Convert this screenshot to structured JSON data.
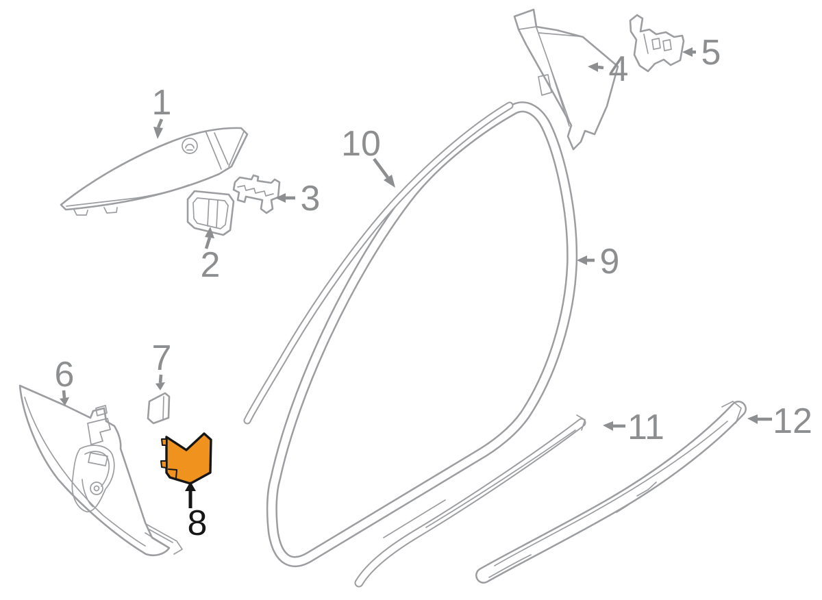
{
  "diagram": {
    "background": "#ffffff",
    "line_color": "#9b9da0",
    "label_color": "#8c8e90",
    "highlight": {
      "part_label": "8",
      "fill": "#f0921e",
      "outline": "#161616"
    },
    "callouts": [
      {
        "label": "1"
      },
      {
        "label": "2"
      },
      {
        "label": "3"
      },
      {
        "label": "4"
      },
      {
        "label": "5"
      },
      {
        "label": "6"
      },
      {
        "label": "7"
      },
      {
        "label": "8"
      },
      {
        "label": "9"
      },
      {
        "label": "10"
      },
      {
        "label": "11"
      },
      {
        "label": "12"
      }
    ]
  }
}
